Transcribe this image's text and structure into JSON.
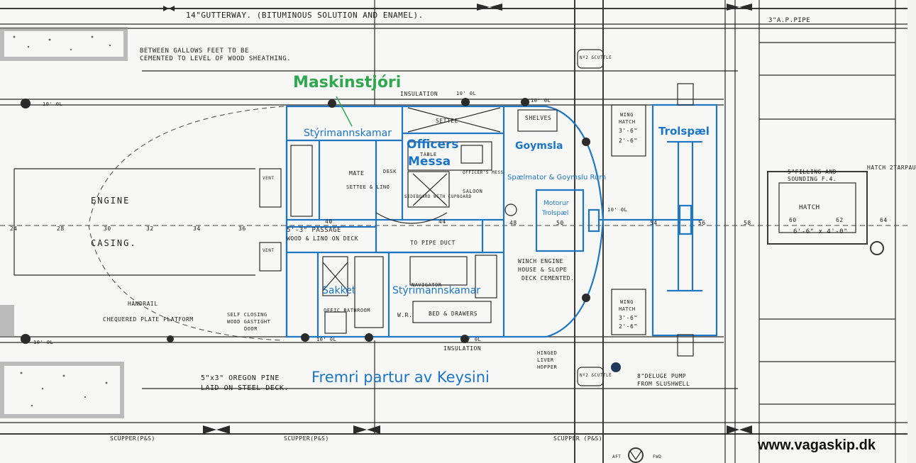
{
  "overlay": {
    "maskinstjori": "Maskinstjóri",
    "styrimannskamar_top": "Stýrimannskamar",
    "officers": "Officers",
    "messa": "Messa",
    "goymsla": "Goymsla",
    "spaelmator": "Spælmator & Goymslu Rúm",
    "motorur": "Motorur",
    "trolspael_small": "Trolspæl",
    "trolspael": "Trolspæl",
    "sakket": "Sakket",
    "styrimannskamar_bottom": "Stýrimannskamar",
    "title": "Fremri partur av Keysini",
    "watermark": "www.vagaskip.dk"
  },
  "drawing": {
    "gutterway": "14\"GUTTERWAY. (BITUMINOUS SOLUTION AND ENAMEL).",
    "between_gallows_1": "BETWEEN GALLOWS FEET TO BE",
    "between_gallows_2": "CEMENTED TO LEVEL OF WOOD SHEATHING.",
    "ap_pipe": "3\"A.P.PIPE",
    "engine": "ENGINE",
    "casing": "CASING.",
    "passage_1": "5'-3\" PASSAGE",
    "passage_2": "WOOD & LINO ON DECK",
    "pipe_duct": "TO PIPE DUCT",
    "handrail": "HANDRAIL",
    "chequered": "CHEQUERED PLATE PLATFORM",
    "self_closing_1": "SELF CLOSING",
    "self_closing_2": "WOOD GASTIGHT",
    "self_closing_3": "DOOR",
    "oregon_1": "5\"x3\" OREGON PINE",
    "oregon_2": "LAID ON STEEL DECK.",
    "scupper_1": "SCUPPER(P&S)",
    "scupper_2": "SCUPPER(P&S)",
    "scupper_3": "SCUPPER (P&S)",
    "insulation_top": "INSULATION",
    "insulation_bottom": "INSULATION",
    "settee": "SETTEE",
    "shelves": "SHELVES",
    "table": "TABLE",
    "officers_mess": "OFFICER'S MESS",
    "saloon": "SALOON",
    "sideboard": "SIDEBOARD WITH CUPBOARD",
    "mate": "MATE",
    "settee_lino": "SETTEE & LINO",
    "desk": "DESK",
    "navigator": "NAVIGATOR",
    "bed_drawers": "BED & DRAWERS",
    "wr": "W.R.",
    "offic_bathroom": "OFFIC BATHROOM",
    "winch_1": "WINCH ENGINE",
    "winch_2": "HOUSE & SLOPE",
    "winch_3": "DECK CEMENTED.",
    "wing_hatch_1a": "WING",
    "wing_hatch_1b": "HATCH",
    "wing_hatch_1c": "3'-6\"",
    "wing_hatch_1d": "2'-6\"",
    "wing_hatch_2a": "WING",
    "wing_hatch_2b": "HATCH",
    "wing_hatch_2c": "3'-6\"",
    "wing_hatch_2d": "2'-6\"",
    "scuttle_1": "Nº2 SCUTTLE",
    "scuttle_2": "Nº2 SCUTTLE",
    "hatch_label": "HATCH",
    "hatch_size": "6'-6\" x 4'-0\"",
    "hatch_tarpaulin": "HATCH 2TARPAU",
    "filling_1": "5\"FILLING AND",
    "filling_2": "SOUNDING F.4.",
    "deluge_1": "8\"DELUGE PUMP",
    "deluge_2": "FROM SLUSHWELL",
    "hinged_1": "HINGED",
    "hinged_2": "LIVER",
    "hinged_3": "HOPPER",
    "vent": "VENT",
    "frames": [
      "24",
      "28",
      "30",
      "32",
      "34",
      "36",
      "40",
      "44",
      "48",
      "50",
      "54",
      "56",
      "58",
      "60",
      "62",
      "64"
    ],
    "frame_10": "10' 0L",
    "fwd": "FWD",
    "aft": "AFT"
  }
}
